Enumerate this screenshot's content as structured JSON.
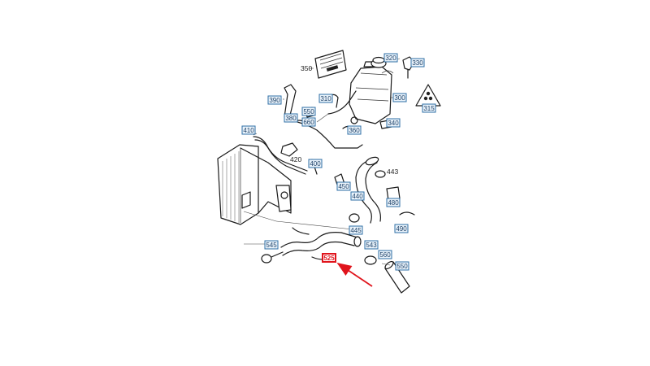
{
  "colors": {
    "callout_fill": "#eaf3fb",
    "callout_border": "#2f6fa6",
    "highlight": "#e0141c",
    "line": "#1a1a1a"
  },
  "callouts": [
    {
      "id": "c320",
      "label": "320"
    },
    {
      "id": "c330",
      "label": "330"
    },
    {
      "id": "c390",
      "label": "390"
    },
    {
      "id": "c310",
      "label": "310"
    },
    {
      "id": "c300",
      "label": "300"
    },
    {
      "id": "c550a",
      "label": "550"
    },
    {
      "id": "c660",
      "label": "660"
    },
    {
      "id": "c380",
      "label": "380"
    },
    {
      "id": "c360",
      "label": "360"
    },
    {
      "id": "c340",
      "label": "340"
    },
    {
      "id": "c315",
      "label": "315"
    },
    {
      "id": "c410",
      "label": "410"
    },
    {
      "id": "c400",
      "label": "400"
    },
    {
      "id": "c450",
      "label": "450"
    },
    {
      "id": "c440",
      "label": "440"
    },
    {
      "id": "c480",
      "label": "480"
    },
    {
      "id": "c490",
      "label": "490"
    },
    {
      "id": "c445",
      "label": "445"
    },
    {
      "id": "c545",
      "label": "545"
    },
    {
      "id": "c543",
      "label": "543"
    },
    {
      "id": "c560",
      "label": "560"
    },
    {
      "id": "c550b",
      "label": "550"
    },
    {
      "id": "c525",
      "label": "525",
      "highlighted": true
    }
  ],
  "plain_labels": [
    {
      "id": "l350",
      "label": "350"
    },
    {
      "id": "l420",
      "label": "420"
    },
    {
      "id": "l443",
      "label": "443"
    }
  ]
}
